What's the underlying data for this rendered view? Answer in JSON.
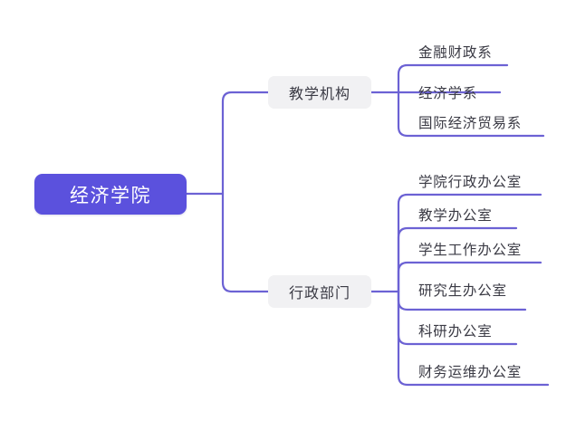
{
  "diagram": {
    "type": "mindmap",
    "title": "经济学院组织结构",
    "colors": {
      "root_fill": "#5b51dd",
      "root_text": "#ffffff",
      "branch_fill": "#f1f1f3",
      "branch_text": "#3a3a44",
      "connector": "#6c62d4",
      "leaf_text": "#3a3a44",
      "background": "#ffffff"
    },
    "root": {
      "label": "经济学院"
    },
    "branches": [
      {
        "label": "教学机构",
        "children": [
          {
            "label": "金融财政系"
          },
          {
            "label": "经济学系"
          },
          {
            "label": "国际经济贸易系"
          }
        ]
      },
      {
        "label": "行政部门",
        "children": [
          {
            "label": "学院行政办公室"
          },
          {
            "label": "教学办公室"
          },
          {
            "label": "学生工作办公室"
          },
          {
            "label": "研究生办公室"
          },
          {
            "label": "科研办公室"
          },
          {
            "label": "财务运维办公室"
          }
        ]
      }
    ]
  }
}
